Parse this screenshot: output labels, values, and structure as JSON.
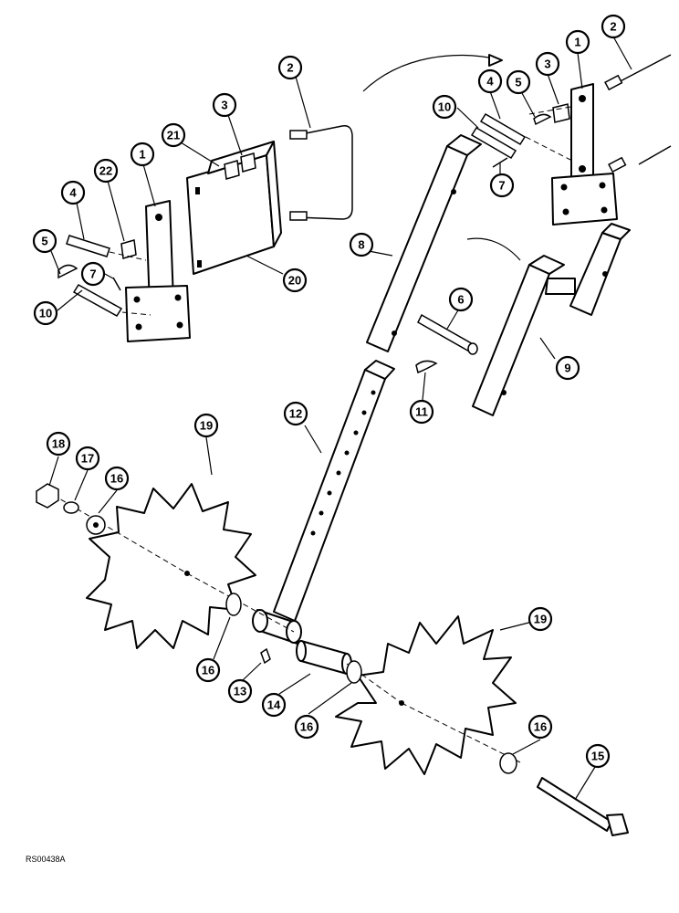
{
  "reference_code": "RS00438A",
  "callouts": [
    "1",
    "2",
    "3",
    "4",
    "5",
    "7",
    "10",
    "21",
    "22",
    "20",
    "8",
    "6",
    "11",
    "9",
    "12",
    "18",
    "17",
    "16",
    "19",
    "13",
    "14",
    "15"
  ]
}
